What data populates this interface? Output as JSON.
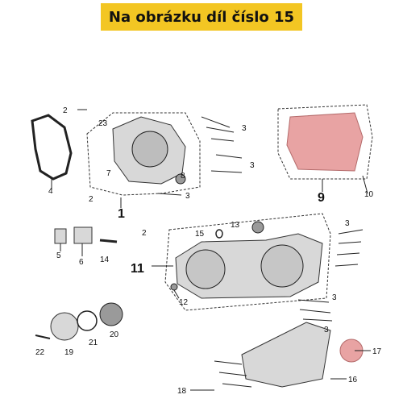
{
  "banner": {
    "title": "Na obrázku díl číslo 15"
  },
  "labels": {
    "p1": "1",
    "p2a": "2",
    "p2b": "2",
    "p2c": "2",
    "p3a": "3",
    "p3b": "3",
    "p3c": "3",
    "p3d": "3",
    "p3e": "3",
    "p3f": "3",
    "p4": "4",
    "p5": "5",
    "p6": "6",
    "p7": "7",
    "p8": "8",
    "p9": "9",
    "p10": "10",
    "p11": "11",
    "p12": "12",
    "p13": "13",
    "p14": "14",
    "p15": "15",
    "p16": "16",
    "p17": "17",
    "p18": "18",
    "p19": "19",
    "p20": "20",
    "p21": "21",
    "p22": "22",
    "p23": "23"
  },
  "colors": {
    "banner": "#f3c623",
    "highlight": "#e8a3a3"
  }
}
